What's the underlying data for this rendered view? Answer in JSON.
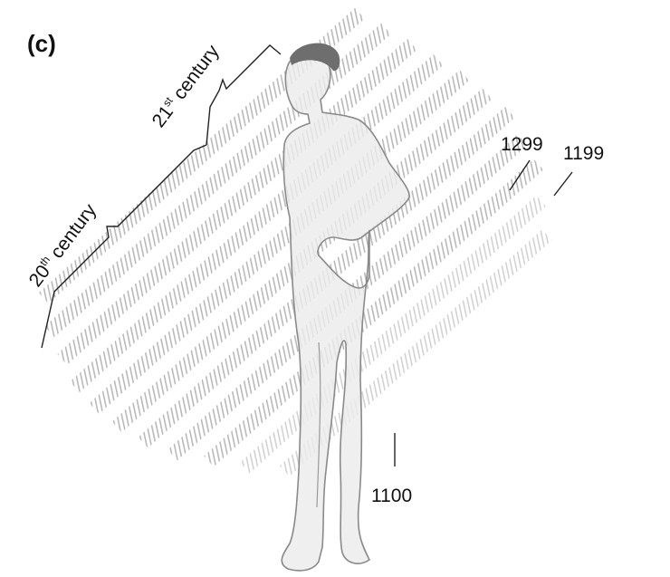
{
  "panel_label": "(c)",
  "century_brackets": [
    {
      "ordinal": "21",
      "suffix": "st",
      "word": "century"
    },
    {
      "ordinal": "20",
      "suffix": "th",
      "word": "century"
    }
  ],
  "year_labels": {
    "left": "1299",
    "right": "1199",
    "bottom": "1100"
  },
  "colors": {
    "stripe": "#b9b9b9",
    "stripe_faint": "#d2d2d2",
    "figure_fill": "#ebebeb",
    "figure_stroke": "#8a8a8a",
    "hair": "#6e6e6e",
    "text": "#111111"
  }
}
